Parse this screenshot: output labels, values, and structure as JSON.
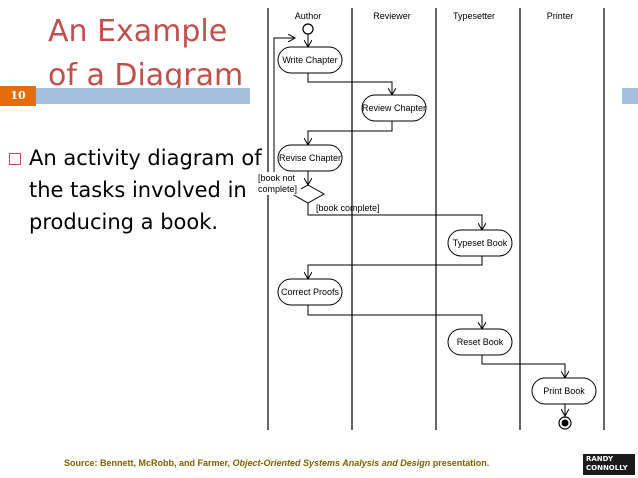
{
  "slide": {
    "title_line1": "An Example",
    "title_line2": "of a Diagram",
    "number": "10",
    "bullet": "An activity diagram of the tasks involved in producing a book.",
    "source_prefix": "Source: Bennett, McRobb, and Farmer, ",
    "source_italic": "Object-Oriented Systems Analysis and Design",
    "source_suffix": " presentation.",
    "logo_line1": "RANDY",
    "logo_line2": "CONNOLLY"
  },
  "diagram": {
    "swimlanes": [
      "Author",
      "Reviewer",
      "Typesetter",
      "Printer"
    ],
    "activities": {
      "write_chapter": "Write Chapter",
      "review_chapter": "Review Chapter",
      "revise_chapter": "Revise Chapter",
      "typeset_book": "Typeset Book",
      "correct_proofs": "Correct Proofs",
      "reset_book": "Reset Book",
      "print_book": "Print Book"
    },
    "guards": {
      "not_complete_line1": "[book not",
      "not_complete_line2": "complete]",
      "complete": "[book complete]"
    }
  }
}
